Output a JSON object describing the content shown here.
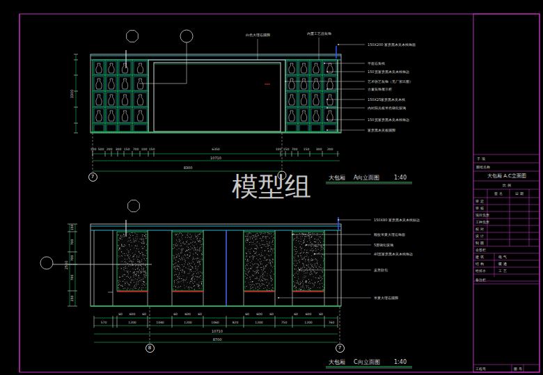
{
  "diagram": {
    "nodes": [
      {
        "text": [
          "7"
        ]
      },
      {
        "text": [
          "8"
        ]
      },
      {
        "text": [
          "7"
        ]
      }
    ],
    "labels": [
      "白色大理石踢脚",
      "内置工艺品装饰",
      "150X200 富贵黑木夹木线饰面",
      "平面石角线",
      "150宽富贵黑木夹木线饰边",
      "艺术铁艺装饰（见厂家出图）",
      "古董装饰展示柜",
      "150X25富贵黑木夹木线",
      "内衬阳光板米色钢化玻璃",
      "150宽富贵黑木夹木线饰边",
      "富贵黑木夹板踢脚",
      "100",
      "500",
      "200",
      "300",
      "150",
      "700",
      "100",
      "150",
      "6350",
      "100",
      "150",
      "700",
      "150",
      "300",
      "200",
      "10710",
      "8300",
      "3300",
      "大包厢",
      "A向立面图",
      "1:40",
      "150X80 富贵黑木夹木线贴边",
      "顺纹米黄大理石饰面",
      "5厘钢化玻璃",
      "40宽富贵黑木夹木线饰边",
      "皮质软包",
      "米黄大理石踢脚",
      "60",
      "600",
      "60",
      "60",
      "600",
      "60",
      "60",
      "600",
      "60",
      "60",
      "600",
      "60",
      "570",
      "1200",
      "1040",
      "1200",
      "1060",
      "820",
      "1200",
      "750",
      "1200",
      "760",
      "10710",
      "8700",
      "2500",
      "150",
      "700",
      "700",
      "700",
      "250",
      "大包厢",
      "C向立面图",
      "1:40",
      "模型组",
      "子 项",
      "图纸名称",
      "大包厢 A.C立面图",
      "比 例",
      "签 名",
      "日 期",
      "审 定",
      "审 核",
      "项目负责",
      "工种负责",
      "校 对",
      "设 计",
      "制 图",
      "会签栏",
      "建 筑",
      "电 气",
      "结 构",
      "暖 通",
      "给排水",
      "工 艺",
      "备注栏",
      "工程号",
      "图 号"
    ]
  }
}
